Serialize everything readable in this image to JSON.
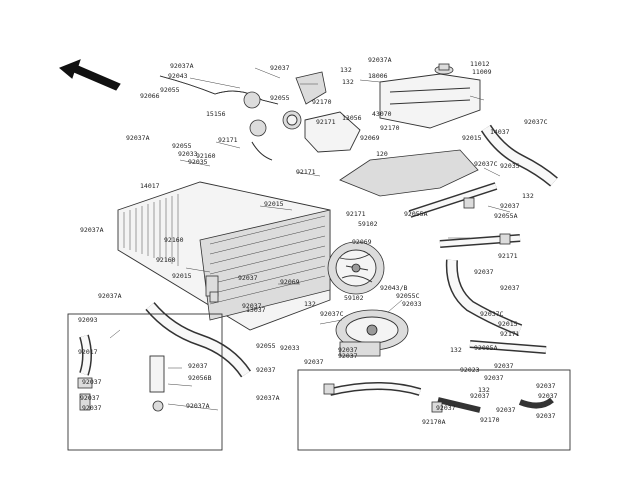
{
  "diagram": {
    "labels": [
      "92037A",
      "92043",
      "92055",
      "92066",
      "92037",
      "132",
      "18006",
      "92037A",
      "11012",
      "11009",
      "92055",
      "15156",
      "14017",
      "43070",
      "132",
      "92170",
      "92171",
      "92037A",
      "13056",
      "92170",
      "92069",
      "92171",
      "92055",
      "92033",
      "92035",
      "92160",
      "120",
      "92037C",
      "14037",
      "92015",
      "92037C",
      "92035",
      "92171",
      "132",
      "92037",
      "92055A",
      "92037A",
      "92160",
      "92171",
      "59102",
      "92015",
      "92069",
      "92055A",
      "92160",
      "92015",
      "92037",
      "92069",
      "59102",
      "92043/B",
      "132",
      "92033",
      "92037A",
      "92037",
      "92037C",
      "92037C",
      "13037",
      "92055C",
      "92171",
      "92037",
      "92037",
      "92015",
      "92171",
      "92005A",
      "92037",
      "92093",
      "92017",
      "92037",
      "92056B",
      "92037A",
      "92055",
      "92033",
      "92037",
      "92037",
      "132",
      "92037",
      "92037",
      "92037A",
      "92023",
      "92037",
      "132",
      "92037",
      "92037",
      "92037",
      "92037",
      "92037",
      "92037",
      "92037",
      "92037",
      "92170A",
      "92170",
      "92037"
    ]
  }
}
